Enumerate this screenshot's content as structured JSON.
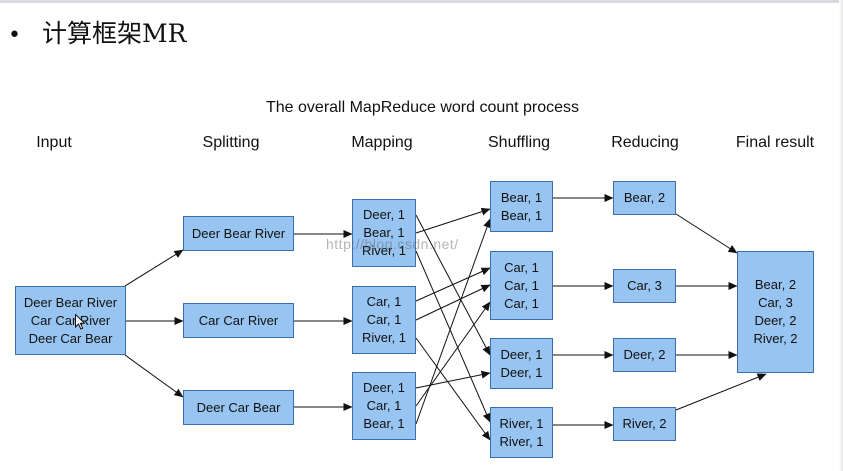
{
  "slide": {
    "bullet": "•",
    "title": "计算框架MR"
  },
  "diagram": {
    "title": "The overall MapReduce word count process",
    "stages": [
      "Input",
      "Splitting",
      "Mapping",
      "Shuffling",
      "Reducing",
      "Final result"
    ],
    "input": [
      "Deer Bear River",
      "Car Car River",
      "Deer Car Bear"
    ],
    "splits": [
      "Deer Bear River",
      "Car Car River",
      "Deer Car Bear"
    ],
    "mapping": [
      [
        "Deer, 1",
        "Bear, 1",
        "River, 1"
      ],
      [
        "Car, 1",
        "Car, 1",
        "River, 1"
      ],
      [
        "Deer, 1",
        "Car, 1",
        "Bear, 1"
      ]
    ],
    "shuffling": [
      [
        "Bear, 1",
        "Bear, 1"
      ],
      [
        "Car, 1",
        "Car, 1",
        "Car, 1"
      ],
      [
        "Deer, 1",
        "Deer, 1"
      ],
      [
        "River, 1",
        "River, 1"
      ]
    ],
    "reducing": [
      "Bear, 2",
      "Car, 3",
      "Deer, 2",
      "River, 2"
    ],
    "final_result": [
      "Bear, 2",
      "Car, 3",
      "Deer, 2",
      "River, 2"
    ],
    "watermark": "http://blog.csdn.net/"
  },
  "colors": {
    "box_fill": "#97c4f0",
    "box_border": "#3a6fb0",
    "arrow": "#111111"
  }
}
